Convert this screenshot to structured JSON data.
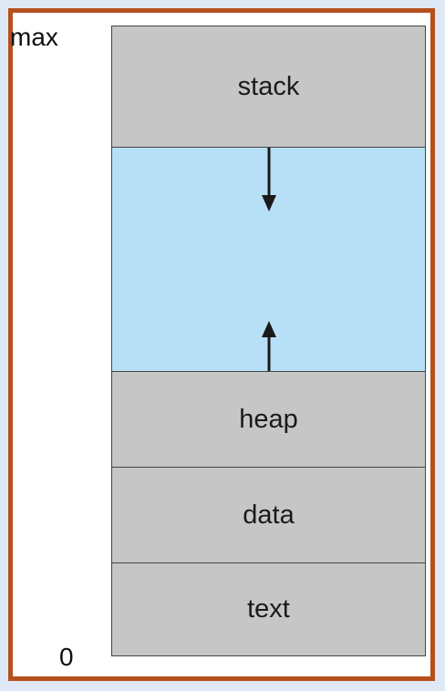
{
  "axis": {
    "top_label": "max",
    "bottom_label": "0"
  },
  "segments": {
    "stack": "stack",
    "free": "",
    "heap": "heap",
    "data": "data",
    "text": "text"
  },
  "colors": {
    "frame_border": "#b5501c",
    "segment_fill": "#c6c6c6",
    "free_fill": "#b7e0f6",
    "segment_border": "#444444",
    "background": "#dfe9f5"
  },
  "arrows": {
    "stack_growth": "down",
    "heap_growth": "up"
  }
}
